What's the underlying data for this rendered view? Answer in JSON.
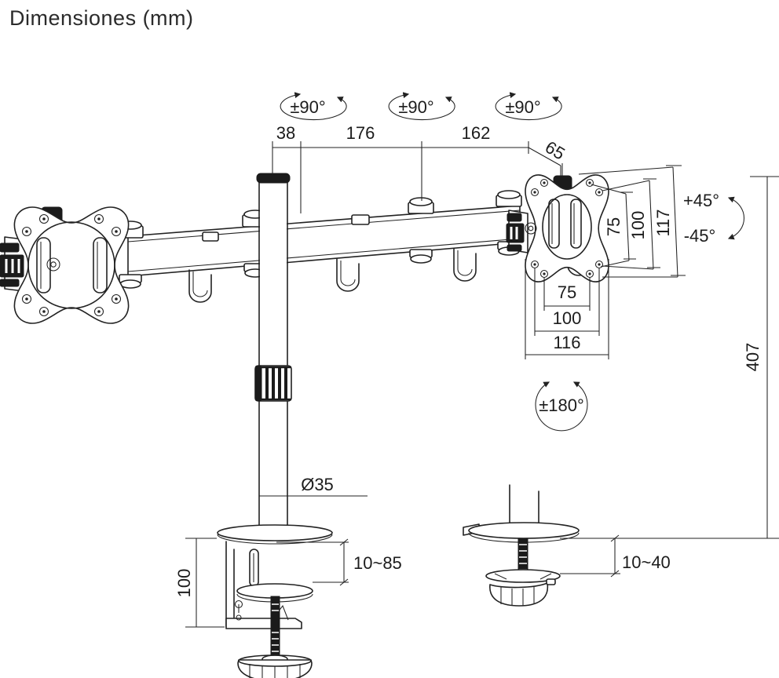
{
  "title": "Dimensiones (mm)",
  "colors": {
    "ink": "#222222",
    "background": "#ffffff"
  },
  "rotations": {
    "arm_rotation_left": "±90°",
    "arm_rotation_middle": "±90°",
    "arm_rotation_right": "±90°",
    "tilt_up": "+45°",
    "tilt_down": "-45°",
    "pole_swivel": "±180°"
  },
  "dimensions": {
    "pole_to_first_joint": "38",
    "arm_segment_inner": "176",
    "arm_segment_outer": "162",
    "head_depth": "65",
    "vesa_vertical_inner": "75",
    "vesa_vertical_outer": "100",
    "plate_height": "117",
    "vesa_horizontal_inner": "75",
    "vesa_horizontal_outer": "100",
    "plate_width": "116",
    "pole_height": "407",
    "pole_diameter": "Ø35",
    "clamp_bracket_height": "100",
    "clamp_desk_thickness": "10~85",
    "grommet_desk_thickness": "10~40"
  }
}
